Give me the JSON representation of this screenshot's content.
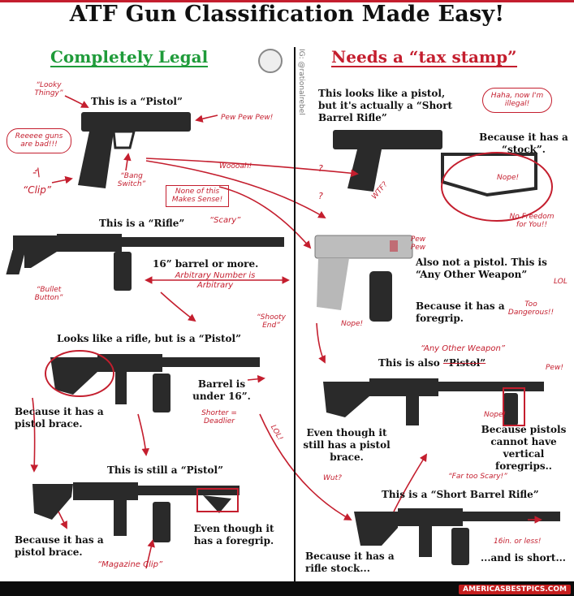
{
  "title": "ATF Gun Classification Made Easy!",
  "headers": {
    "legal": "Completely Legal",
    "tax": "Needs a “tax stamp”"
  },
  "watermark_ig": "IG: @rationalrebel",
  "site": "AMERICASBESTPICS.COM",
  "left": {
    "pistol": "This is a “Pistol”",
    "looky": "“Looky Thingy”",
    "reeee": "Reeeee guns are bad!!!",
    "pew": "Pew Pew Pew!",
    "bang": "“Bang Switch”",
    "clip": "“Clip”",
    "woooah": "Woooah!",
    "none": "None of this Makes Sense!",
    "rifle": "This is a “Rifle”",
    "scary": "“Scary”",
    "barrel16": "16” barrel or more.",
    "arbitrary": "Arbitrary Number is Arbitrary",
    "bullet": "“Bullet Button”",
    "shooty": "“Shooty End”",
    "looks_like": "Looks like a rifle, but is a “Pistol”",
    "because_brace": "Because it has a pistol brace.",
    "barrel_under": "Barrel is under 16”.",
    "shorter": "Shorter = Deadlier",
    "still_pistol": "This is still a “Pistol”",
    "even_foregrip": "Even though it has a foregrip.",
    "because_brace2": "Because it has a pistol brace.",
    "magazine": "“Magazine Clip”",
    "lol": "LOL!"
  },
  "right": {
    "looks_pistol": "This looks like a pistol, but it's actually a “Short Barrel Rifle”",
    "haha": "Haha, now I'm illegal!",
    "because_stock": "Because it has a “stock”.",
    "nope": "Nope!",
    "freedom": "No Freedom for You!!",
    "wtf": "WTF?",
    "q1": "?",
    "q2": "?",
    "pew_pew": "Pew Pew",
    "aow": "Also not a pistol. This is “Any Other Weapon”",
    "lol": "LOL",
    "because_foregrip": "Because it has a foregrip.",
    "too_dangerous": "Too Dangerous!!",
    "nope2": "Nope!",
    "any_other": "“Any Other Weapon”",
    "this_also": "This is also",
    "pistol_struck": "“Pistol”",
    "pew_small": "Pew!",
    "even_brace": "Even though it still has a pistol brace.",
    "nope3": "Nope!",
    "vertical": "Because pistols cannot have vertical foregrips..",
    "wut": "Wut?",
    "far_scary": "“Far too Scary!”",
    "sbr": "This is a “Short Barrel Rifle”",
    "sixteen": "16in. or less!",
    "rifle_stock": "Because it has a rifle stock...",
    "short": "...and is short..."
  },
  "colors": {
    "legal": "#1f9b3a",
    "tax": "#c41e2e",
    "gun": "#2a2a2a",
    "note": "#c41e2e"
  }
}
